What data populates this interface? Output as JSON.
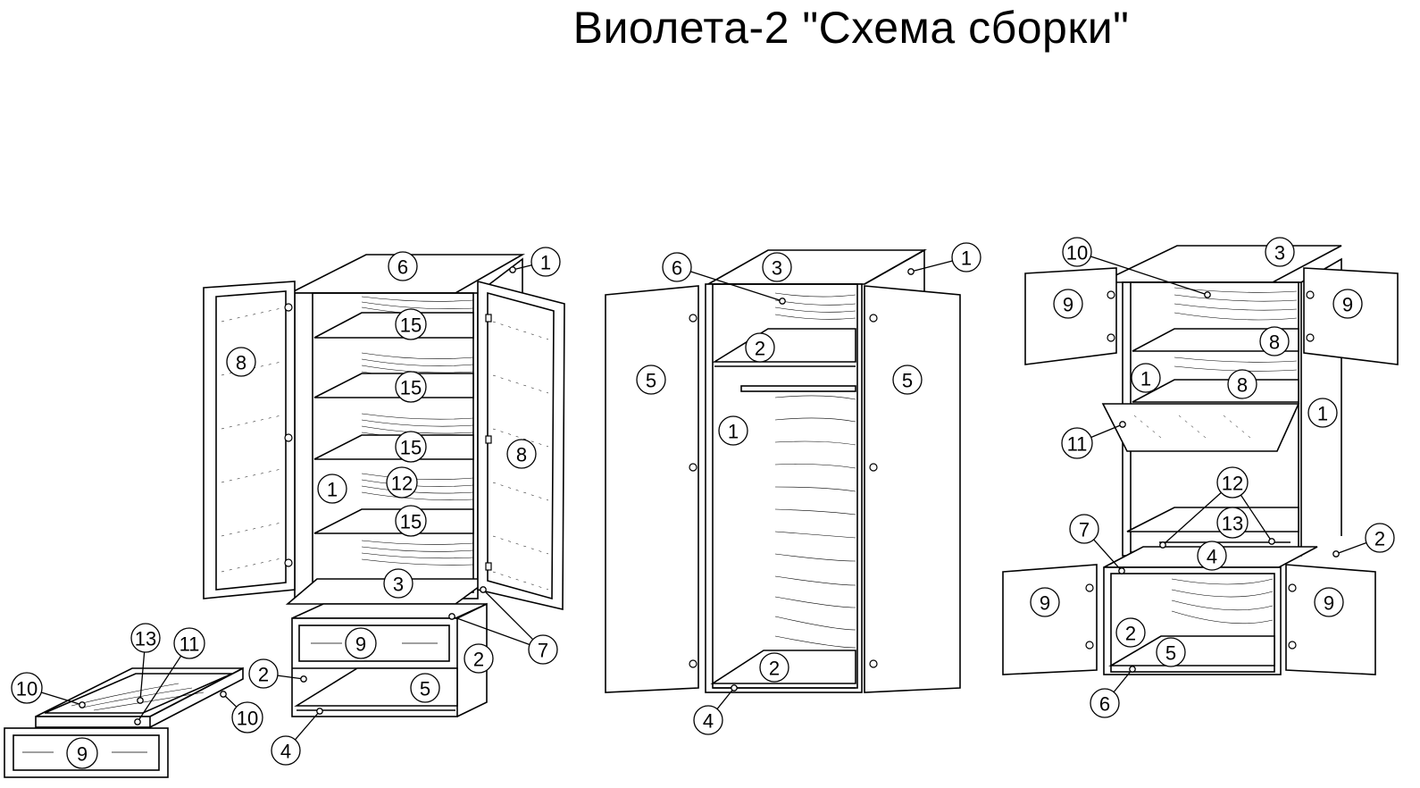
{
  "title": "Виолета-2 \"Схема сборки\"",
  "callouts": [
    {
      "id": "a-6",
      "text": "6"
    },
    {
      "id": "a-1",
      "text": "1"
    },
    {
      "id": "a-8l",
      "text": "8"
    },
    {
      "id": "a-8r",
      "text": "8"
    },
    {
      "id": "a-15a",
      "text": "15"
    },
    {
      "id": "a-15b",
      "text": "15"
    },
    {
      "id": "a-15c",
      "text": "15"
    },
    {
      "id": "a-15d",
      "text": "15"
    },
    {
      "id": "a-1i",
      "text": "1"
    },
    {
      "id": "a-12",
      "text": "12"
    },
    {
      "id": "a-3",
      "text": "3"
    },
    {
      "id": "a-7",
      "text": "7"
    },
    {
      "id": "a-9",
      "text": "9"
    },
    {
      "id": "a-2l",
      "text": "2"
    },
    {
      "id": "a-2r",
      "text": "2"
    },
    {
      "id": "a-5",
      "text": "5"
    },
    {
      "id": "a-4",
      "text": "4"
    },
    {
      "id": "d-13",
      "text": "13"
    },
    {
      "id": "d-11",
      "text": "11"
    },
    {
      "id": "d-10l",
      "text": "10"
    },
    {
      "id": "d-10r",
      "text": "10"
    },
    {
      "id": "d-9",
      "text": "9"
    },
    {
      "id": "b-6",
      "text": "6"
    },
    {
      "id": "b-3",
      "text": "3"
    },
    {
      "id": "b-1",
      "text": "1"
    },
    {
      "id": "b-2t",
      "text": "2"
    },
    {
      "id": "b-5l",
      "text": "5"
    },
    {
      "id": "b-5r",
      "text": "5"
    },
    {
      "id": "b-1i",
      "text": "1"
    },
    {
      "id": "b-2b",
      "text": "2"
    },
    {
      "id": "b-4",
      "text": "4"
    },
    {
      "id": "c-10",
      "text": "10"
    },
    {
      "id": "c-3",
      "text": "3"
    },
    {
      "id": "c-9tl",
      "text": "9"
    },
    {
      "id": "c-9tr",
      "text": "9"
    },
    {
      "id": "c-8a",
      "text": "8"
    },
    {
      "id": "c-1l",
      "text": "1"
    },
    {
      "id": "c-8b",
      "text": "8"
    },
    {
      "id": "c-1r",
      "text": "1"
    },
    {
      "id": "c-11",
      "text": "11"
    },
    {
      "id": "c-12",
      "text": "12"
    },
    {
      "id": "c-13",
      "text": "13"
    },
    {
      "id": "c-7",
      "text": "7"
    },
    {
      "id": "c-4",
      "text": "4"
    },
    {
      "id": "c-2r",
      "text": "2"
    },
    {
      "id": "c-9bl",
      "text": "9"
    },
    {
      "id": "c-9br",
      "text": "9"
    },
    {
      "id": "c-2i",
      "text": "2"
    },
    {
      "id": "c-5",
      "text": "5"
    },
    {
      "id": "c-6",
      "text": "6"
    }
  ]
}
